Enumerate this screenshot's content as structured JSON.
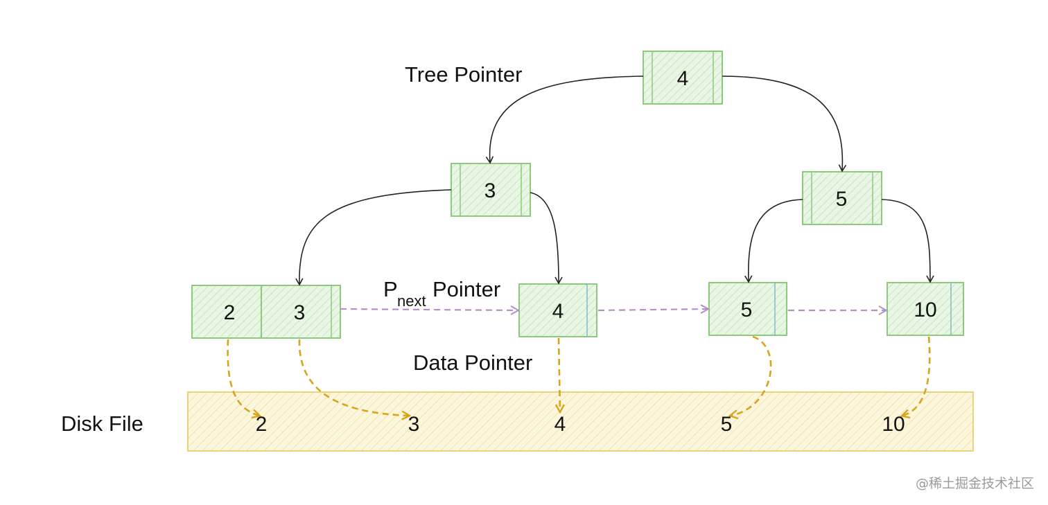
{
  "labels": {
    "tree_pointer": "Tree Pointer",
    "pnext_main": "P",
    "pnext_sub": "next",
    "pnext_tail": "Pointer",
    "data_pointer": "Data Pointer",
    "disk_file": "Disk File"
  },
  "tree": {
    "root": "4",
    "internal_left": "3",
    "internal_right": "5",
    "leaves": [
      "2",
      "3",
      "4",
      "5",
      "10"
    ]
  },
  "disk_values": [
    "2",
    "3",
    "4",
    "5",
    "10"
  ],
  "watermark": "@稀土掘金技术社区",
  "colors": {
    "node_fill": "#e9f5e4",
    "node_stroke": "#8cc97a",
    "disk_fill": "#fbf4d9",
    "disk_stroke": "#e8d27a",
    "tree_arrow": "#222222",
    "next_arrow": "#b48ec4",
    "data_arrow": "#d6a51c"
  }
}
